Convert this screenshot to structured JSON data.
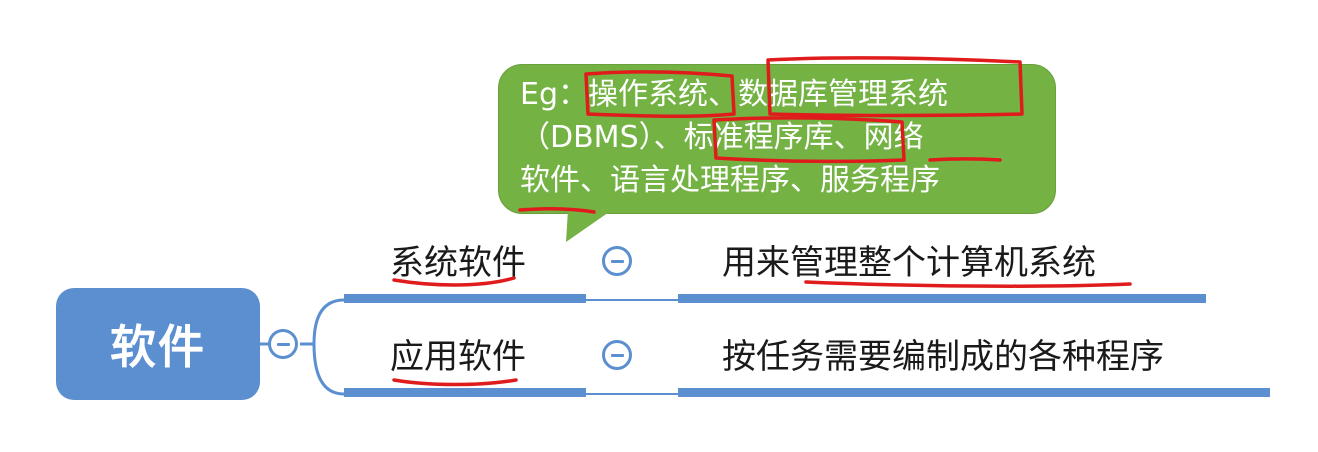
{
  "root": {
    "label": "软件"
  },
  "branches": [
    {
      "label": "系统软件",
      "description": "用来管理整个计算机系统"
    },
    {
      "label": "应用软件",
      "description": "按任务需要编制成的各种程序"
    }
  ],
  "callout": {
    "lines": [
      "Eg：操作系统、数据库管理系统",
      "（DBMS）、标准程序库、网络",
      "软件、语言处理程序、服务程序"
    ]
  },
  "colors": {
    "node_blue": "#5b8fd0",
    "callout_green": "#74b244",
    "annotation_red": "#e01b1b"
  },
  "icons": [
    "collapse-minus-icon"
  ]
}
